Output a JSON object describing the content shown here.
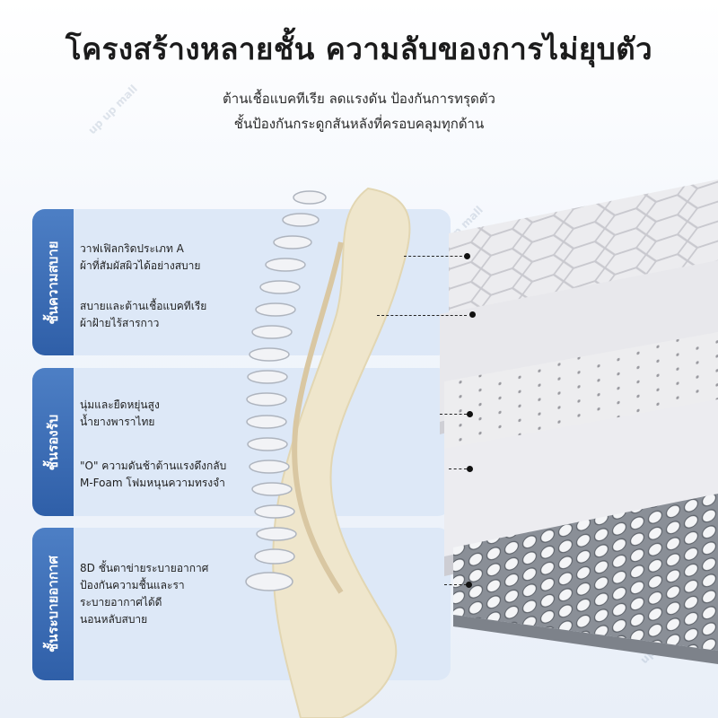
{
  "header": {
    "title": "โครงสร้างหลายชั้น ความลับของการไม่ยุบตัว",
    "subtitle_line1": "ต้านเชื้อแบคทีเรีย ลดแรงดัน ป้องกันการทรุดตัว",
    "subtitle_line2": "ชั้นป้องกันกระดูกสันหลังที่ครอบคลุมทุกด้าน"
  },
  "panels": [
    {
      "label": "ชั้นความสบาย",
      "features": [
        {
          "line1": "วาฟเฟิลกริดประเภท A",
          "line2": "ผ้าที่สัมผัสผิวได้อย่างสบาย"
        },
        {
          "line1": "สบายและต้านเชื้อแบคทีเรีย",
          "line2": "ผ้าฝ้ายไร้สารกาว"
        }
      ]
    },
    {
      "label": "ชั้นรองรับ",
      "features": [
        {
          "line1": "นุ่มและยืดหยุ่นสูง",
          "line2": "น้ำยางพาราไทย"
        },
        {
          "line1": "\"O\" ความดันช้าต้านแรงดึงกลับ",
          "line2": "M-Foam โฟมหนุนความทรงจำ"
        }
      ]
    },
    {
      "label": "ชั้นระบายอากาศ",
      "features": [
        {
          "line1": "8D ชั้นตาข่ายระบายอากาศ",
          "line2": "ป้องกันความชื้นและรา",
          "line3": "ระบายอากาศได้ดี",
          "line4": "นอนหลับสบาย"
        }
      ]
    }
  ],
  "watermark": "up up mall",
  "colors": {
    "panel_bg": "#dde8f7",
    "tag_blue": "#3a6cb5",
    "foam": "#efe6cc",
    "layer_gray": "#e9e9ec"
  }
}
